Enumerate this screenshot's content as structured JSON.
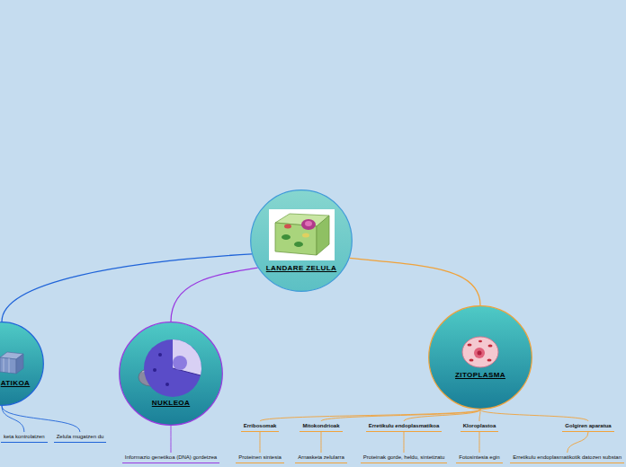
{
  "diagram": {
    "nodes": [
      {
        "text": [
          "LANDARE ZELULA"
        ]
      },
      {
        "text": [
          "ATIKOA"
        ]
      },
      {
        "text": [
          "NUKLEOA"
        ]
      },
      {
        "text": [
          "ZITOPLASMA"
        ]
      },
      {
        "text": [
          "keta kontrolatzen"
        ]
      },
      {
        "text": [
          "Zelula mugatzen du"
        ]
      },
      {
        "text": [
          "Informazio genetikoa (DNA) gordetzea"
        ]
      },
      {
        "text": [
          "Erribosomak"
        ]
      },
      {
        "text": [
          "Mitokondrioak"
        ]
      },
      {
        "text": [
          "Erretikulu endoplasmatikoa"
        ]
      },
      {
        "text": [
          "Kloroplastoa"
        ]
      },
      {
        "text": [
          "Golgiren aparatua"
        ]
      },
      {
        "text": [
          "Proteinen sintesia"
        ]
      },
      {
        "text": [
          "Arnasketa zelularra"
        ]
      },
      {
        "text": [
          "Proteinak gorde, heldu, sintetizatu"
        ]
      },
      {
        "text": [
          "Fotosintesia egin"
        ]
      },
      {
        "text": [
          "Erretikulu endoplasmatikotik datozen substan"
        ]
      }
    ],
    "edges": [
      {
        "from": 0,
        "to": 1,
        "arrow": "none"
      },
      {
        "from": 0,
        "to": 2,
        "arrow": "none"
      },
      {
        "from": 0,
        "to": 3,
        "arrow": "none"
      },
      {
        "from": 1,
        "to": 4,
        "arrow": "none"
      },
      {
        "from": 1,
        "to": 5,
        "arrow": "none"
      },
      {
        "from": 2,
        "to": 6,
        "arrow": "none"
      },
      {
        "from": 3,
        "to": 7,
        "arrow": "none"
      },
      {
        "from": 3,
        "to": 8,
        "arrow": "none"
      },
      {
        "from": 3,
        "to": 9,
        "arrow": "none"
      },
      {
        "from": 3,
        "to": 10,
        "arrow": "none"
      },
      {
        "from": 3,
        "to": 11,
        "arrow": "none"
      },
      {
        "from": 7,
        "to": 12,
        "arrow": "none"
      },
      {
        "from": 8,
        "to": 13,
        "arrow": "none"
      },
      {
        "from": 9,
        "to": 14,
        "arrow": "none"
      },
      {
        "from": 10,
        "to": 15,
        "arrow": "none"
      },
      {
        "from": 11,
        "to": 16,
        "arrow": "none"
      }
    ]
  }
}
